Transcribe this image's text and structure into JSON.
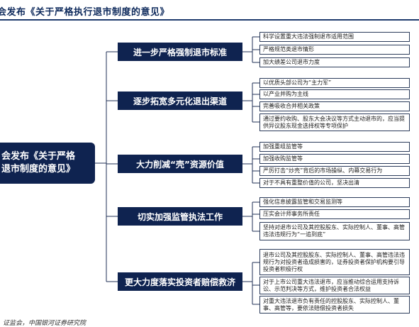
{
  "title": "会发布《关于严格执行退市制度的意见》",
  "root": {
    "line1": "会发布《关于严格",
    "line2": "退市制度的意见》"
  },
  "branches": [
    {
      "label": "进一步严格强制退市标准",
      "items": [
        "科学设置重大违法强制退市适用范围",
        "严格规范类退市情形",
        "加大绩差公司退市力度"
      ]
    },
    {
      "label": "逐步拓宽多元化退出渠道",
      "items": [
        "以优质头部公司为“主力军”",
        "以产业并购为主线",
        "完善吸收合并相关政策",
        "通过要约收购、股东大会决议等方式主动退市的，应当提供异议股东现金选择权等专项保护"
      ]
    },
    {
      "label": "大力削减“壳”资源价值",
      "items": [
        "加强重组监管等",
        "加强收购监管等",
        "严厉打击“炒壳”背后的市场操纵、内幕交易行为",
        "对于不具有重整价值的公司，坚决出清"
      ]
    },
    {
      "label": "切实加强监管执法工作",
      "items": [
        "强化信息披露监管和交易监测等",
        "压实会计师事务所责任",
        "坚持对退市公司及其控股股东、实际控制人、董事、高管违法违规行为“一追到底”"
      ]
    },
    {
      "label": "更大力度落实投资者赔偿救济",
      "items": [
        "退市公司及其控股股东、实际控制人、董事、高管违法违规行为对投资者造成损害的，证券投资者保护机构要引导投资者积极行权",
        "对于上市公司重大违法退市，应当推动综合运用支持诉讼、示范判决等方式，维护投资者合法权益",
        "对重大违法退市负有责任的控股股东、实际控制人、董事、高管等，要依法赔偿投资者损失"
      ]
    }
  ],
  "footer": "证监会，中国银河证券研究院",
  "colors": {
    "box": "#0f2350",
    "text_on_box": "#ffffff",
    "rule": "#1f3b6e"
  }
}
